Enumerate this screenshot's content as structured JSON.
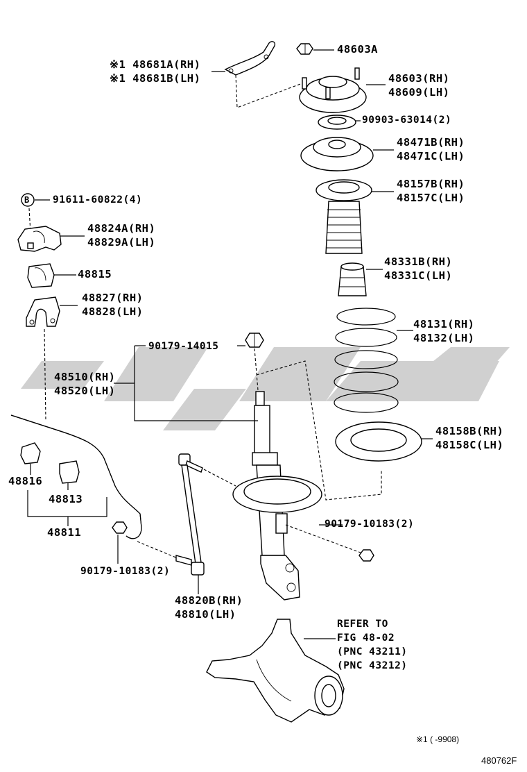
{
  "labels": {
    "p48681a": "※1 48681A(RH)",
    "p48681b": "※1 48681B(LH)",
    "p48603a": "48603A",
    "p48603": "48603(RH)",
    "p48609": "48609(LH)",
    "p90903": "90903-63014(2)",
    "p48471b": "48471B(RH)",
    "p48471c": "48471C(LH)",
    "p48157b": "48157B(RH)",
    "p48157c": "48157C(LH)",
    "p91611": "91611-60822(4)",
    "pB": "B",
    "p48824a": "48824A(RH)",
    "p48829a": "48829A(LH)",
    "p48815": "48815",
    "p48331b": "48331B(RH)",
    "p48331c": "48331C(LH)",
    "p48827": "48827(RH)",
    "p48828": "48828(LH)",
    "p48131": "48131(RH)",
    "p48132": "48132(LH)",
    "p90179a": "90179-14015",
    "p48510": "48510(RH)",
    "p48520": "48520(LH)",
    "p48158b": "48158B(RH)",
    "p48158c": "48158C(LH)",
    "p48816": "48816",
    "p48813": "48813",
    "p48811": "48811",
    "p90179b": "90179-10183(2)",
    "p90179c": "90179-10183(2)",
    "p48820b": "48820B(RH)",
    "p48810": "48810(LH)",
    "refer1": "REFER TO",
    "refer2": "FIG 48-02",
    "refer3": "(PNC 43211)",
    "refer4": "(PNC 43212)"
  },
  "footnote": "※1 (       -9908)",
  "figure_id": "480762F",
  "watermark_color": "#c8c8c8"
}
